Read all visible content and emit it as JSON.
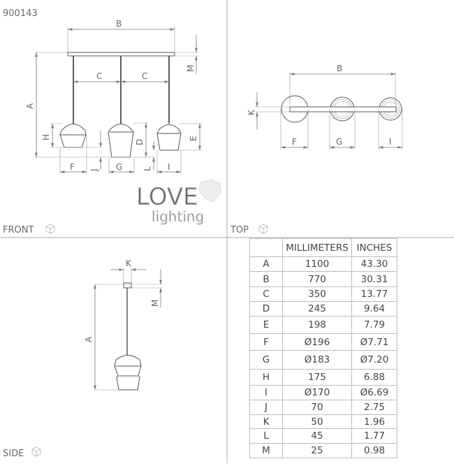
{
  "product_code": "900143",
  "views": {
    "front": {
      "title": "FRONT",
      "labels": {
        "B": "B",
        "M": "M",
        "C1": "C",
        "C2": "C",
        "A": "A",
        "H": "H",
        "D": "D",
        "E": "E",
        "J": "J",
        "L": "L",
        "F": "F",
        "G": "G",
        "I": "I"
      }
    },
    "top": {
      "title": "TOP",
      "labels": {
        "B": "B",
        "K": "K",
        "F": "F",
        "G": "G",
        "I": "I"
      }
    },
    "side": {
      "title": "SIDE",
      "labels": {
        "K": "K",
        "M": "M",
        "A": "A"
      }
    }
  },
  "watermark": {
    "line1": "LOVE",
    "line2": "lighting"
  },
  "table": {
    "headers": [
      "",
      "MILLIMETERS",
      "INCHES"
    ],
    "rows": [
      {
        "key": "A",
        "mm": "1100",
        "in": "43.30"
      },
      {
        "key": "B",
        "mm": "770",
        "in": "30.31"
      },
      {
        "key": "C",
        "mm": "350",
        "in": "13.77"
      },
      {
        "key": "D",
        "mm": "245",
        "in": "9.64"
      },
      {
        "key": "E",
        "mm": "198",
        "in": "7.79"
      },
      {
        "key": "F",
        "mm": "Ø196",
        "in": "Ø7.71"
      },
      {
        "key": "G",
        "mm": "Ø183",
        "in": "Ø7.20"
      },
      {
        "key": "H",
        "mm": "175",
        "in": "6.88"
      },
      {
        "key": "I",
        "mm": "Ø170",
        "in": "Ø6.69"
      },
      {
        "key": "J",
        "mm": "70",
        "in": "2.75"
      },
      {
        "key": "K",
        "mm": "50",
        "in": "1.96"
      },
      {
        "key": "L",
        "mm": "45",
        "in": "1.77"
      },
      {
        "key": "M",
        "mm": "25",
        "in": "0.98"
      }
    ]
  }
}
